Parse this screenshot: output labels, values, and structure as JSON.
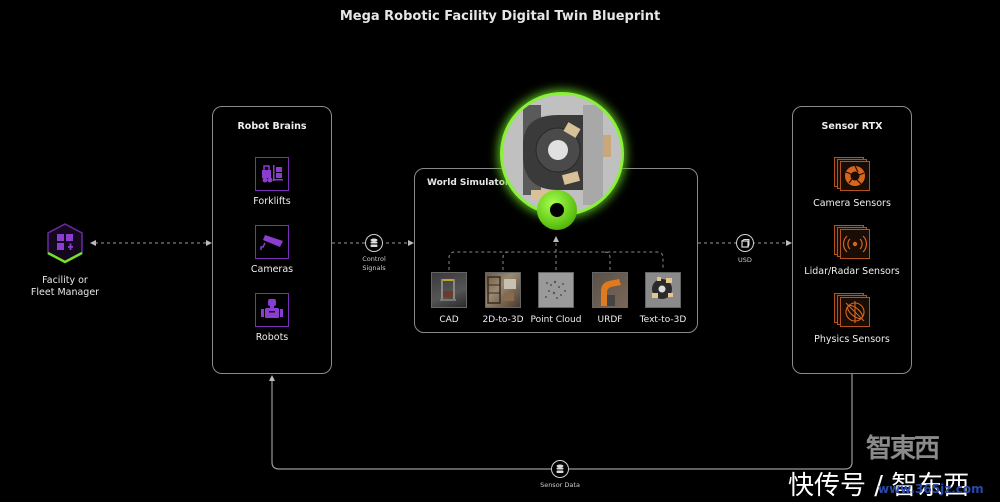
{
  "title": "Mega Robotic Facility Digital Twin Blueprint",
  "facility": {
    "label_line1": "Facility or",
    "label_line2": "Fleet Manager",
    "icon": "dashboard-hex-icon"
  },
  "robot_brains": {
    "title": "Robot Brains",
    "items": [
      {
        "label": "Forklifts",
        "icon": "forklift-icon"
      },
      {
        "label": "Cameras",
        "icon": "security-camera-icon"
      },
      {
        "label": "Robots",
        "icon": "robot-icon"
      }
    ]
  },
  "control_signals": {
    "line1": "Control",
    "line2": "Signals",
    "icon": "database-icon"
  },
  "world_simulator": {
    "title": "World Simulator",
    "hero_icon": "warehouse-conveyor-preview",
    "inputs": [
      {
        "label": "CAD",
        "icon": "cad-forklift-thumbnail"
      },
      {
        "label": "2D-to-3D",
        "icon": "warehouse-shelves-thumbnail"
      },
      {
        "label": "Point Cloud",
        "icon": "point-cloud-thumbnail"
      },
      {
        "label": "URDF",
        "icon": "robot-arm-thumbnail"
      },
      {
        "label": "Text-to-3D",
        "icon": "conveyor-topdown-thumbnail"
      }
    ]
  },
  "usd": {
    "label": "USD",
    "icon": "usd-cube-icon"
  },
  "sensor_rtx": {
    "title": "Sensor RTX",
    "items": [
      {
        "label": "Camera Sensors",
        "icon": "camera-aperture-icon"
      },
      {
        "label": "Lidar/Radar Sensors",
        "icon": "radar-waves-icon"
      },
      {
        "label": "Physics Sensors",
        "icon": "physics-gyro-icon"
      }
    ]
  },
  "sensor_data": {
    "label": "Sensor Data",
    "icon": "database-icon"
  },
  "watermark": {
    "text": "快传号 / 智东西",
    "url_text": "www.365jz.com"
  },
  "colors": {
    "purple": "#7a2fb8",
    "green": "#76e02a",
    "orange": "#b5531e"
  }
}
